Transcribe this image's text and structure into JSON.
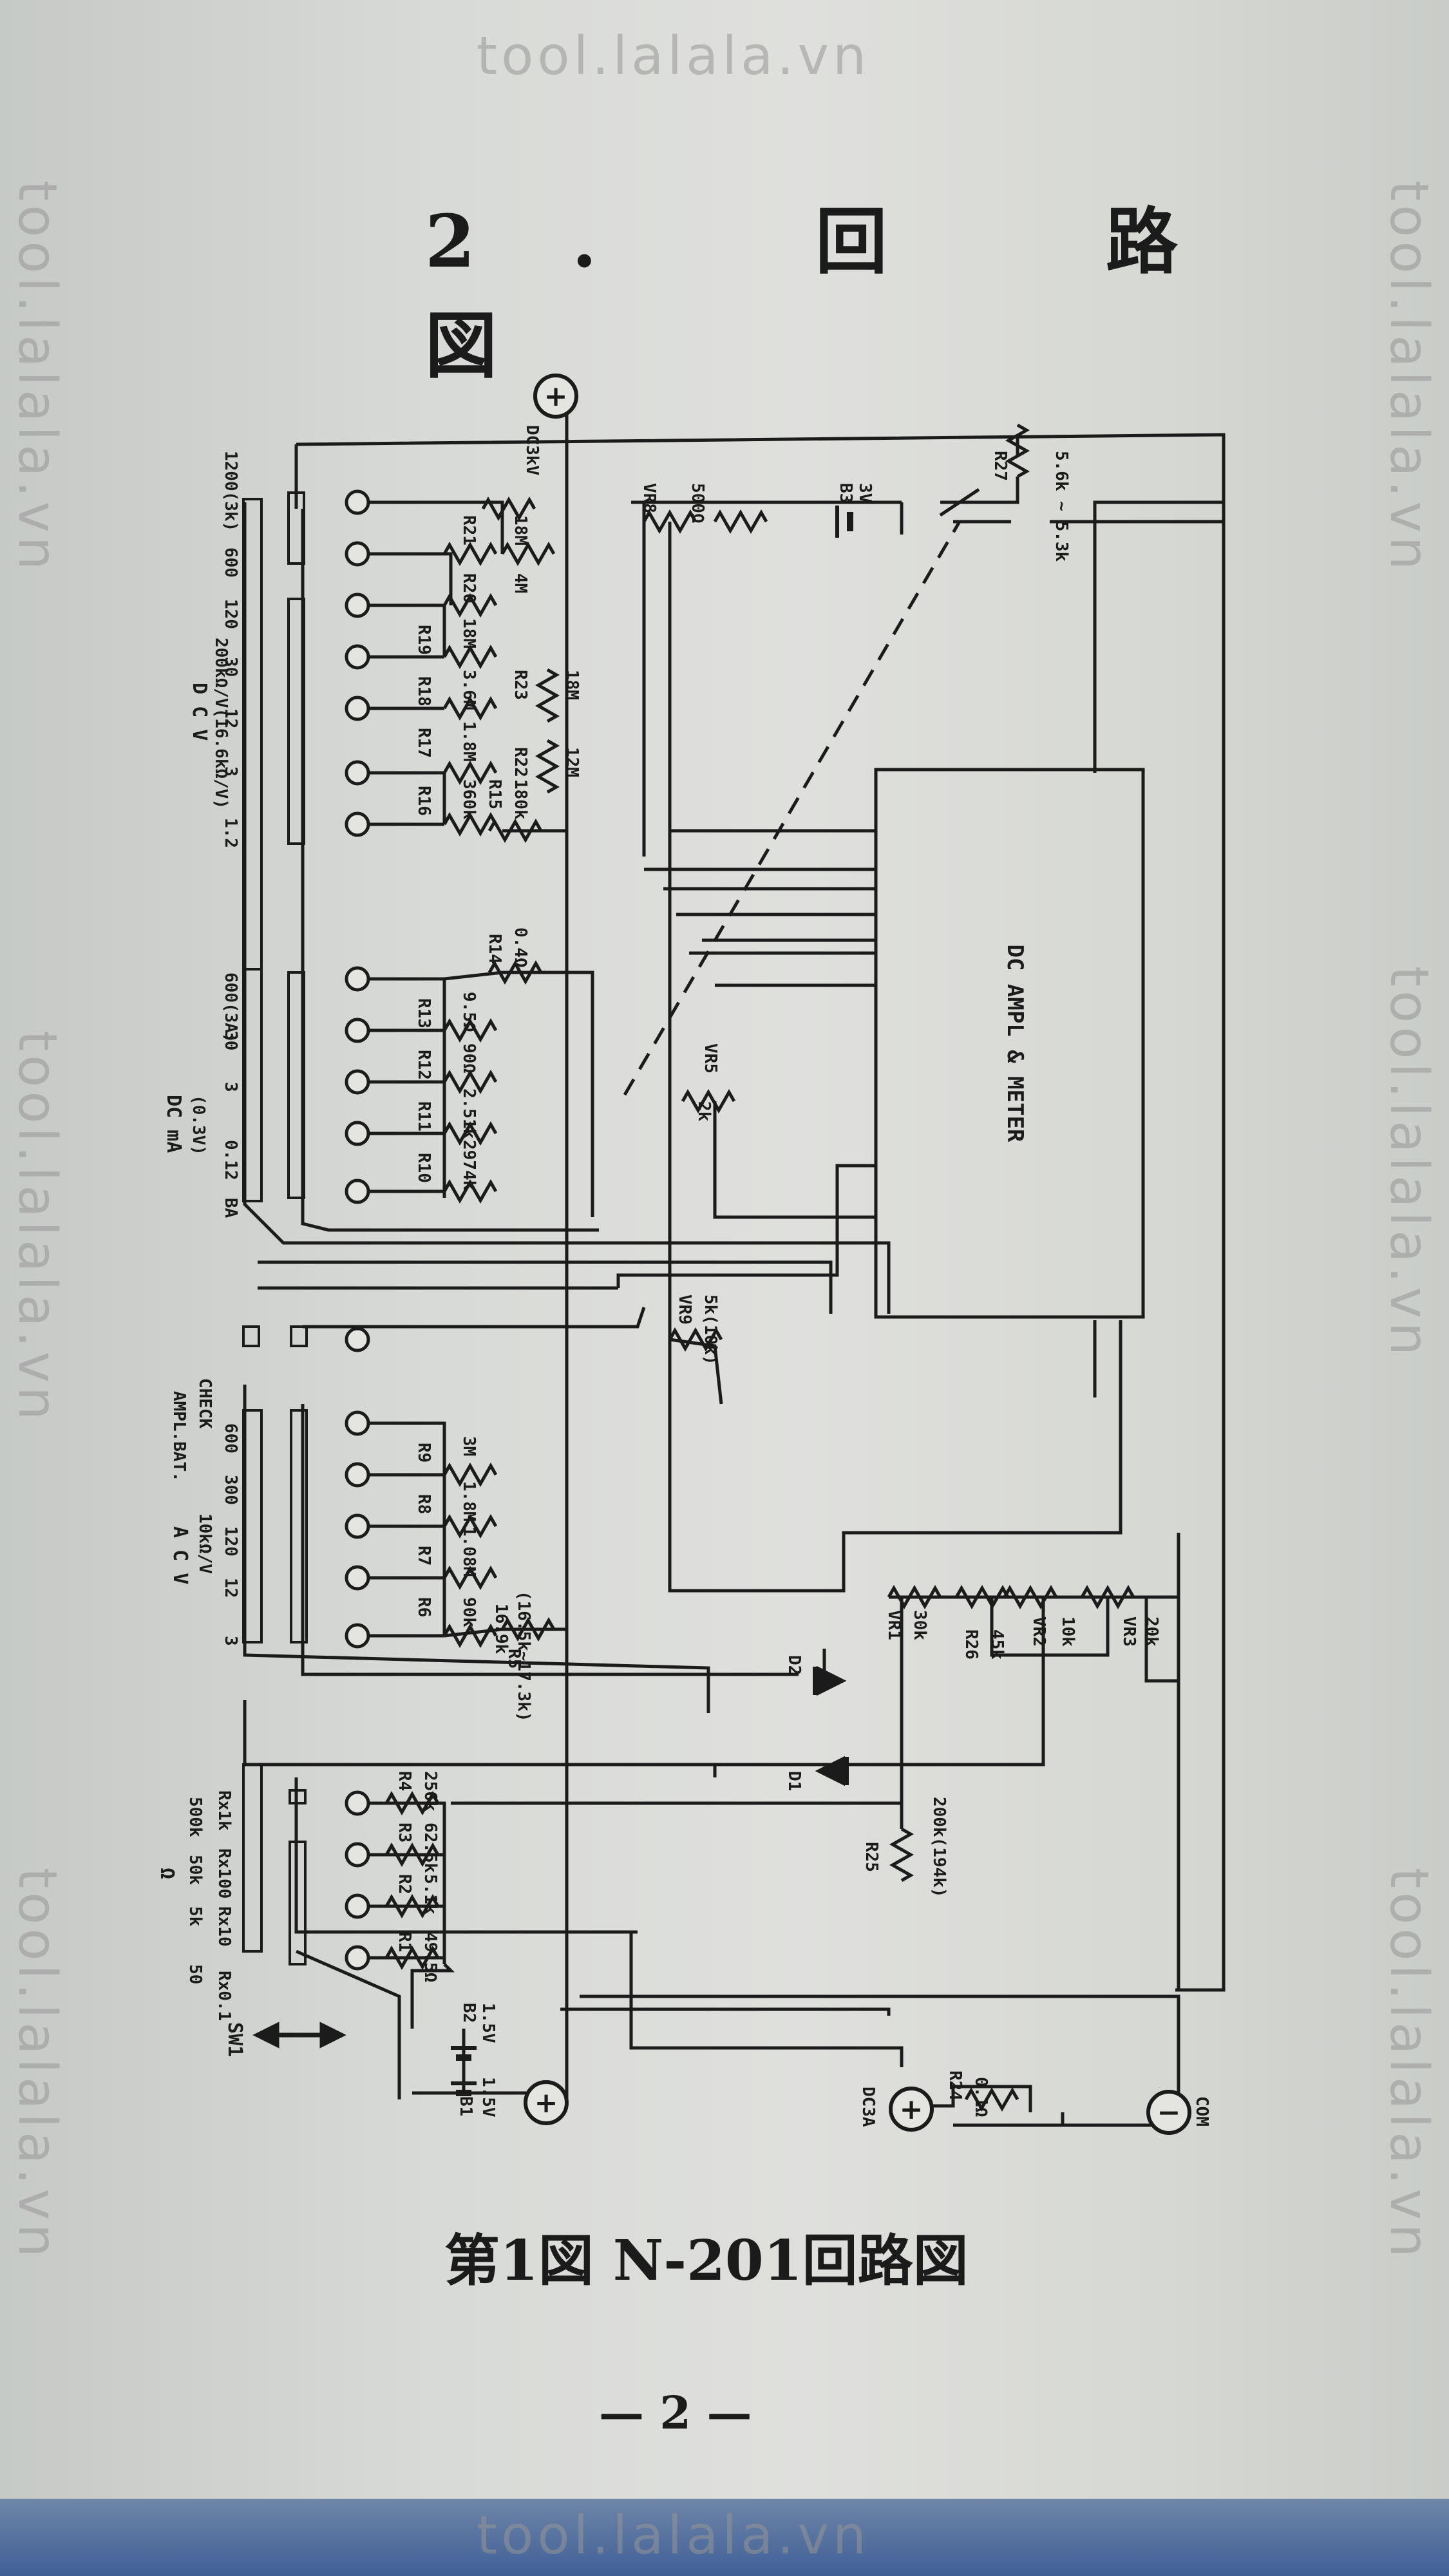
{
  "title": "2. 回 路 図",
  "caption": "第1図 N-201回路図",
  "page_number": "— 2 —",
  "watermark": "tool.lalala.vn",
  "schematic": {
    "amp_block": "DC AMPL & METER",
    "terminals": {
      "dc3kv": "DC3kV",
      "plus_main": "+",
      "dc3a": "DC3A",
      "com": "COM",
      "com_symbol": "−"
    },
    "sections": {
      "dcv": {
        "title": "D C V",
        "subtitle": "200kΩ/V(16.6kΩ/V)",
        "ranges": [
          "1.2",
          "3",
          "12",
          "30",
          "120",
          "600",
          "1200(3k)"
        ]
      },
      "dcma": {
        "title": "DC mA",
        "subtitle": "(0.3V)",
        "ranges": [
          "BA",
          "0.12",
          "3",
          "30",
          "600(3A)"
        ]
      },
      "check": {
        "line1": "AMPL.BAT.",
        "line2": "CHECK"
      },
      "acv": {
        "title": "A C V",
        "subtitle": "10kΩ/V",
        "ranges": [
          "3",
          "12",
          "120",
          "300",
          "600"
        ]
      },
      "ohm": {
        "title": "Ω",
        "row1": [
          "50",
          "5k",
          "50k",
          "500k"
        ],
        "row2": [
          "Rx0.1",
          "Rx10",
          "Rx100",
          "Rx1k"
        ]
      },
      "switch": "SW1"
    },
    "components": {
      "r1": "R1",
      "r1v": "49.5Ω",
      "r2": "R2",
      "r2v": "5.1k",
      "r3": "R3",
      "r3v": "62.5k",
      "r4": "R4",
      "r4v": "256k",
      "r5": "R5",
      "r5v": "16.9k",
      "r5note": "(16.5k~17.3k)",
      "r6": "R6",
      "r6v": "90k",
      "r7": "R7",
      "r7v": "1.08M",
      "r8": "R8",
      "r8v": "1.8M",
      "r9": "R9",
      "r9v": "3M",
      "r10": "R10",
      "r10v": "2974k",
      "r11": "R11",
      "r11v": "2.51k",
      "r12": "R12",
      "r12v": "90Ω",
      "r13": "R13",
      "r13v": "9.5Ω",
      "r14": "R14",
      "r14v": "0.4Ω",
      "r15": "R15",
      "r15v": "180k",
      "r16": "R16",
      "r16v": "360k",
      "r17": "R17",
      "r17v": "1.8M",
      "r18": "R18",
      "r18v": "3.6M",
      "r19": "R19",
      "r19v": "18M",
      "r20": "R20",
      "r20v": "4M",
      "r21": "R21",
      "r21v": "18M",
      "r22": "R22",
      "r22v": "12M",
      "r23": "R23",
      "r23v": "18M",
      "r24": "R24",
      "r24v": "0.1Ω",
      "r25": "R25",
      "r25v": "200k(194k)",
      "r26": "R26",
      "r26v": "45k",
      "r27": "R27",
      "r27v": "5.6k ~ 5.3k",
      "vr1": "VR1",
      "vr1v": "30k",
      "vr2": "VR2",
      "vr2v": "10k",
      "vr3": "VR3",
      "vr3v": "20k",
      "vr5": "VR5",
      "vr5v": "2k",
      "vr8": "VR8",
      "vr8v": "500Ω",
      "vr9": "VR9",
      "vr9v": "5k(10k)",
      "d1": "D1",
      "d2": "D2",
      "b1": "B1",
      "b1v": "1.5V",
      "b2": "B2",
      "b2v": "1.5V",
      "b3": "B3",
      "b3v": "3V"
    }
  }
}
